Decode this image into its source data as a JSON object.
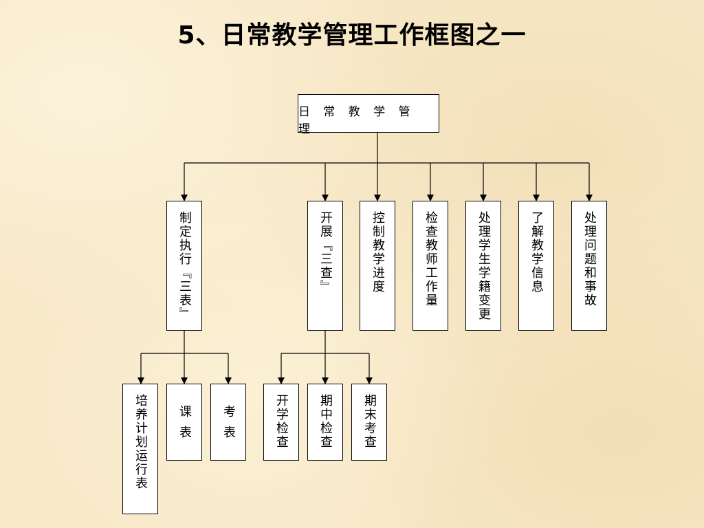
{
  "title": "5、日常教学管理工作框图之一",
  "root": {
    "label": "日 常 教 学 管 理"
  },
  "level2": [
    {
      "id": "zhiding",
      "label": "制定执行『三表』"
    },
    {
      "id": "kaizhan",
      "label": "开展『三查』"
    },
    {
      "id": "kongzhi",
      "label": "控制教学进度"
    },
    {
      "id": "jiancha",
      "label": "检查教师工作量"
    },
    {
      "id": "chuli_xueji",
      "label": "处理学生学籍变更"
    },
    {
      "id": "liaojie",
      "label": "了解教学信息"
    },
    {
      "id": "chuli_wenti",
      "label": "处理问题和事故"
    }
  ],
  "level3_sanbiao": [
    {
      "id": "peiyang",
      "label": "培养计划运行表"
    },
    {
      "id": "kebiao",
      "label": "课表"
    },
    {
      "id": "kaobiao",
      "label": "考表"
    }
  ],
  "level3_sancha": [
    {
      "id": "kaixue",
      "label": "开学检查"
    },
    {
      "id": "qizhong",
      "label": "期中检查"
    },
    {
      "id": "qimo",
      "label": "期末考查"
    }
  ]
}
